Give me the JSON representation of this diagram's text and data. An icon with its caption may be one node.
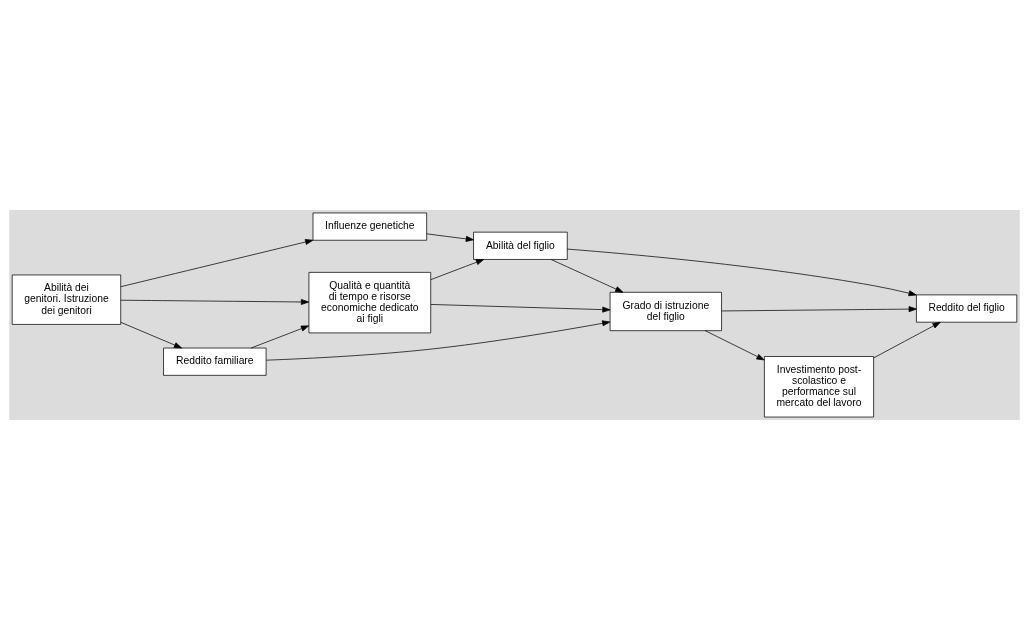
{
  "diagram": {
    "nodes": [
      {
        "text": [
          "Influenze genetiche"
        ]
      },
      {
        "text": [
          "Abilità del figlio"
        ]
      },
      {
        "text": [
          "Abilità dei genitori. Istruzione dei genitori"
        ]
      },
      {
        "text": [
          "Qualità e quantità di tempo e risorse economiche dedicato ai figli"
        ]
      },
      {
        "text": [
          "Grado di istruzione del figlio"
        ]
      },
      {
        "text": [
          "Reddito del figlio"
        ]
      },
      {
        "text": [
          "Reddito familiare"
        ]
      },
      {
        "text": [
          "Investimento post-scolastico e performance sul mercato del lavoro"
        ]
      }
    ],
    "edges": [
      {
        "from": 2,
        "to": 0,
        "arrow": "to"
      },
      {
        "from": 0,
        "to": 1,
        "arrow": "to"
      },
      {
        "from": 2,
        "to": 3,
        "arrow": "to"
      },
      {
        "from": 2,
        "to": 6,
        "arrow": "to"
      },
      {
        "from": 3,
        "to": 1,
        "arrow": "to"
      },
      {
        "from": 3,
        "to": 4,
        "arrow": "to"
      },
      {
        "from": 1,
        "to": 4,
        "arrow": "to"
      },
      {
        "from": 1,
        "to": 5,
        "arrow": "to"
      },
      {
        "from": 4,
        "to": 5,
        "arrow": "to"
      },
      {
        "from": 4,
        "to": 7,
        "arrow": "to"
      },
      {
        "from": 7,
        "to": 5,
        "arrow": "to"
      },
      {
        "from": 6,
        "to": 3,
        "arrow": "to"
      },
      {
        "from": 6,
        "to": 4,
        "arrow": "to"
      }
    ]
  }
}
